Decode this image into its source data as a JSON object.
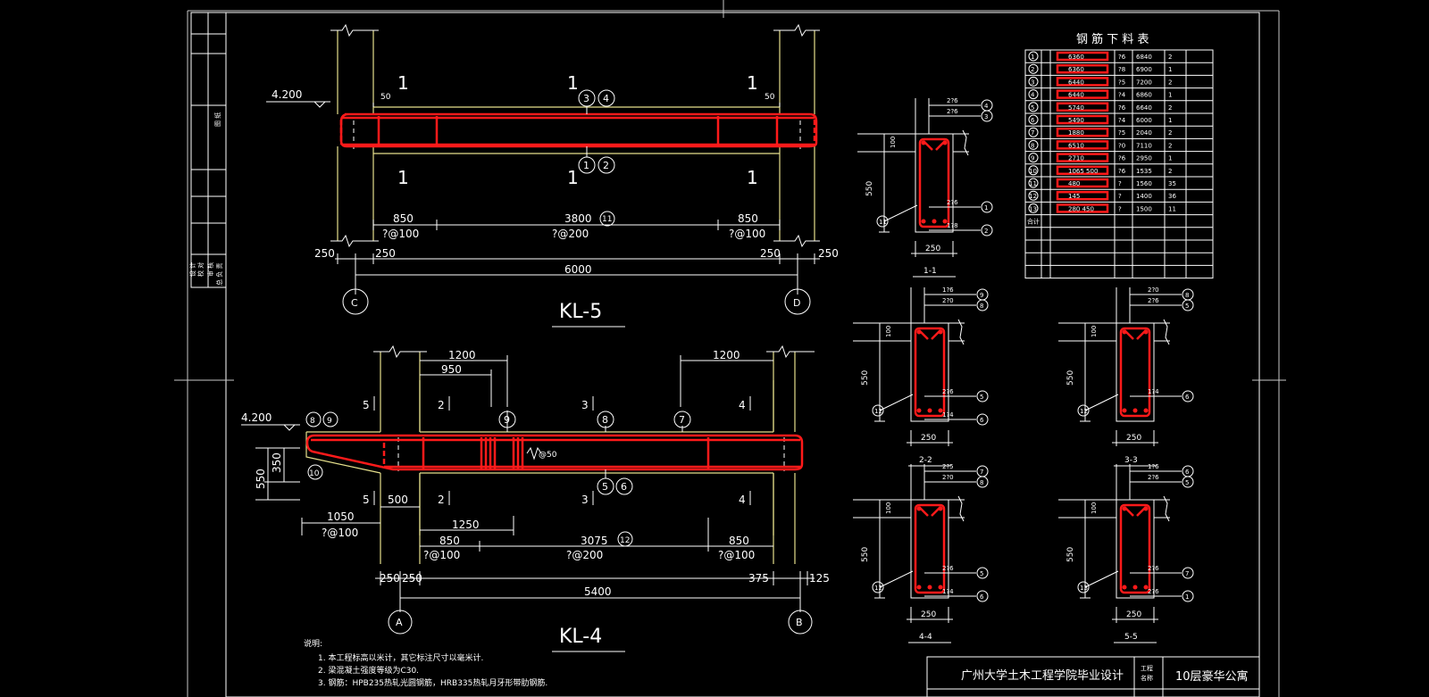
{
  "drawing": {
    "kl5": {
      "title": "KL-5",
      "elevation": "4.200",
      "sections_top": [
        "1",
        "1",
        "1"
      ],
      "sections_bottom": [
        "1",
        "1",
        "1"
      ],
      "bars_top": [
        "3",
        "4"
      ],
      "bars_bottom": [
        "1",
        "2"
      ],
      "cover_left": "50",
      "cover_right": "50",
      "dim_left": "850",
      "dim_mid": "3800",
      "dim_mid_bar": "11",
      "dim_right": "850",
      "stirrup_left": "?@100",
      "stirrup_mid": "?@200",
      "stirrup_right": "?@100",
      "col_left_a": "250",
      "col_left_b": "250",
      "col_right_a": "250",
      "col_right_b": "250",
      "span": "6000",
      "axis_left": "C",
      "axis_right": "D"
    },
    "kl4": {
      "title": "KL-4",
      "elevation": "4.200",
      "tag_top_left": [
        "8",
        "9"
      ],
      "tag_end": "10",
      "dim_1200_left": "1200",
      "dim_950": "950",
      "dim_1200_right": "1200",
      "sec_labels_top": [
        "5",
        "2",
        "3",
        "4"
      ],
      "sec_labels_bottom": [
        "5",
        "2",
        "3",
        "4"
      ],
      "bars_top": [
        "9",
        "8",
        "7"
      ],
      "bars_bottom": [
        "5",
        "6"
      ],
      "hanger": "@50",
      "h550": "550",
      "h350": "350",
      "dim_500": "500",
      "dim_1050": "1050",
      "stirrup_cant": "?@100",
      "dim_1250": "1250",
      "dim_left": "850",
      "dim_mid": "3075",
      "dim_mid_bar": "12",
      "dim_right": "850",
      "stirrup_left": "?@100",
      "stirrup_mid": "?@200",
      "stirrup_right": "?@100",
      "col_a": "250",
      "col_b": "250",
      "col_c": "375",
      "col_d": "125",
      "span": "5400",
      "axis_left": "A",
      "axis_right": "B"
    },
    "sections": [
      {
        "label": "1-1",
        "h": "550",
        "w": "250",
        "top": "100",
        "callouts": [
          {
            "t": "2?6",
            "n": "4"
          },
          {
            "t": "2?6",
            "n": "3"
          },
          {
            "t": "2?6",
            "n": "1"
          },
          {
            "t": "1?8",
            "n": "2"
          }
        ],
        "stirrup": "11"
      },
      {
        "label": "2-2",
        "h": "550",
        "w": "250",
        "top": "100",
        "callouts": [
          {
            "t": "1?6",
            "n": "9"
          },
          {
            "t": "2?0",
            "n": "8"
          },
          {
            "t": "2?6",
            "n": "5"
          },
          {
            "t": "1?4",
            "n": "6"
          }
        ],
        "stirrup": "12"
      },
      {
        "label": "3-3",
        "h": "550",
        "w": "250",
        "top": "100",
        "callouts": [
          {
            "t": "2?0",
            "n": "8"
          },
          {
            "t": "2?6",
            "n": "5"
          },
          {
            "t": "1?4",
            "n": "6"
          }
        ],
        "stirrup": "12"
      },
      {
        "label": "4-4",
        "h": "550",
        "w": "250",
        "top": "100",
        "callouts": [
          {
            "t": "2?5",
            "n": "7"
          },
          {
            "t": "2?0",
            "n": "8"
          },
          {
            "t": "2?6",
            "n": "5"
          },
          {
            "t": "1?4",
            "n": "6"
          }
        ],
        "stirrup": "12"
      },
      {
        "label": "5-5",
        "h": "550",
        "w": "250",
        "top": "100",
        "callouts": [
          {
            "t": "1?6",
            "n": "6"
          },
          {
            "t": "2?6",
            "n": "5"
          },
          {
            "t": "2?6",
            "n": "7"
          },
          {
            "t": "2?6",
            "n": "1"
          }
        ],
        "stirrup": "13"
      }
    ],
    "rebar_table": {
      "title": "钢 筋 下 料 表",
      "rows": [
        [
          "1",
          "6360",
          "?6",
          "6840",
          "2"
        ],
        [
          "2",
          "6360",
          "?8",
          "6900",
          "1"
        ],
        [
          "3",
          "6440",
          "?5",
          "7200",
          "2"
        ],
        [
          "4",
          "6440",
          "?4",
          "6860",
          "1"
        ],
        [
          "5",
          "5740",
          "?6",
          "6640",
          "2"
        ],
        [
          "6",
          "5490",
          "?4",
          "6000",
          "1"
        ],
        [
          "7",
          "1880",
          "?5",
          "2040",
          "2"
        ],
        [
          "8",
          "6510",
          "?0",
          "7110",
          "2"
        ],
        [
          "9",
          "2710",
          "?6",
          "2950",
          "1"
        ],
        [
          "10",
          "1065 500",
          "?6",
          "1535",
          "2"
        ],
        [
          "11",
          "480",
          "?",
          "1560",
          "35"
        ],
        [
          "12",
          "145",
          "?",
          "1400",
          "36"
        ],
        [
          "13",
          "280 450",
          "?",
          "1500",
          "11"
        ],
        [
          "合计",
          "",
          "",
          "",
          ""
        ]
      ]
    },
    "notes": {
      "heading": "说明:",
      "items": [
        "1. 本工程标高以米计，其它标注尺寸以毫米计.",
        "2. 梁混凝土强度等级为C30.",
        "3. 钢筋：HPB235热轧光圆钢筋，HRB335热轧月牙形带肋钢筋."
      ]
    },
    "title_block": {
      "school": "广州大学土木工程学院毕业设计",
      "project_label_1": "工程",
      "project_label_2": "名称",
      "project": "10层豪华公寓"
    },
    "side_strip": {
      "top_label": "图 纸",
      "bottom_labels": [
        "设 计",
        "校 对",
        "审 核",
        "总 负 责"
      ]
    }
  }
}
